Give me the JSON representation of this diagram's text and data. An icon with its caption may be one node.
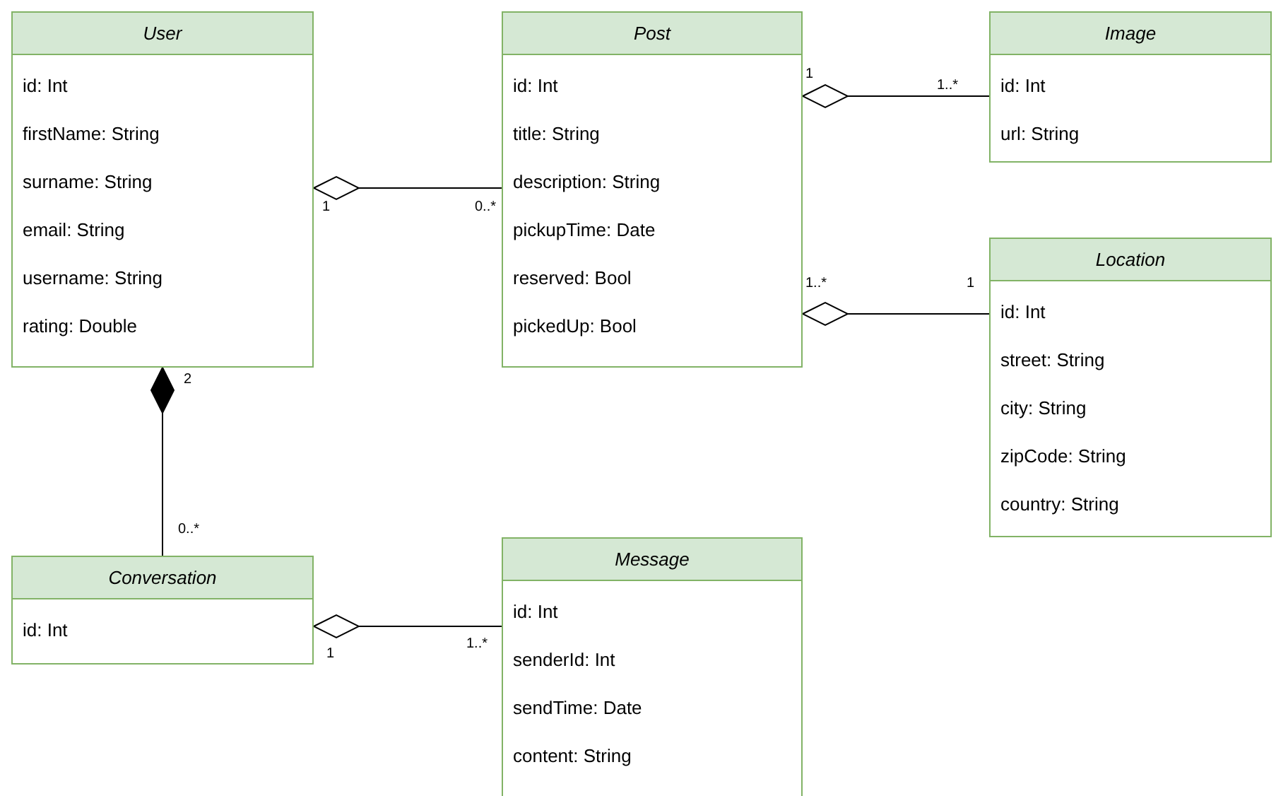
{
  "diagram": {
    "nodes": [
      {
        "text": [
          "User",
          "id: Int",
          "firstName: String",
          "surname: String",
          "email: String",
          "username: String",
          "rating: Double"
        ]
      },
      {
        "text": [
          "Post",
          "id: Int",
          "title: String",
          "description: String",
          "pickupTime: Date",
          "reserved: Bool",
          "pickedUp: Bool"
        ]
      },
      {
        "text": [
          "Image",
          "id: Int",
          "url: String"
        ]
      },
      {
        "text": [
          "Location",
          "id: Int",
          "street: String",
          "city: String",
          "zipCode: String",
          "country: String"
        ]
      },
      {
        "text": [
          "Conversation",
          "id: Int"
        ]
      },
      {
        "text": [
          "Message",
          "id: Int",
          "senderId: Int",
          "sendTime: Date",
          "content: String"
        ]
      }
    ],
    "edges": [
      {
        "from": 0,
        "to": 1,
        "arrow": "other"
      },
      {
        "from": 1,
        "to": 2,
        "arrow": "other"
      },
      {
        "from": 1,
        "to": 3,
        "arrow": "other"
      },
      {
        "from": 0,
        "to": 4,
        "arrow": "other"
      },
      {
        "from": 4,
        "to": 5,
        "arrow": "other"
      }
    ],
    "labels": [
      "1",
      "1..*",
      "1",
      "0..*",
      "1..*",
      "1",
      "2",
      "0..*",
      "1",
      "1..*"
    ]
  }
}
